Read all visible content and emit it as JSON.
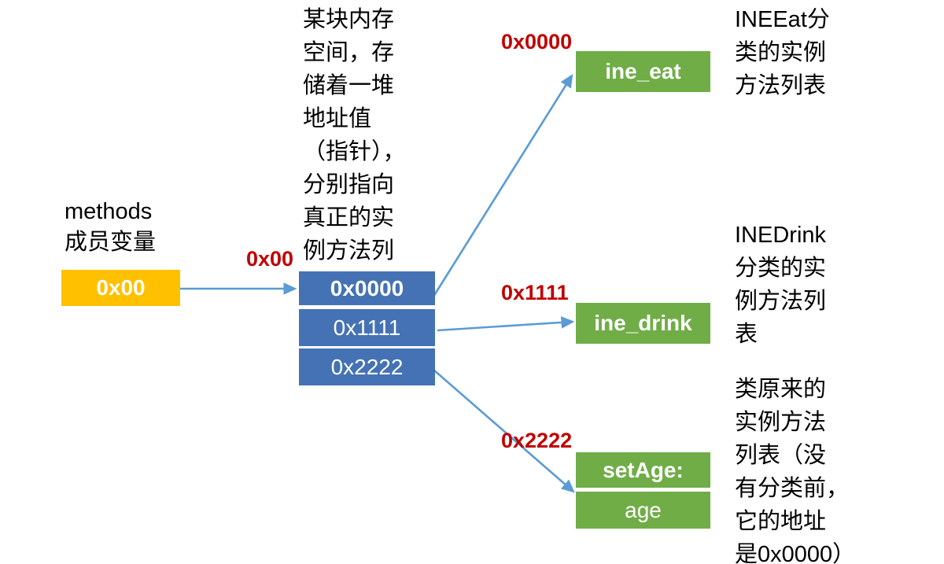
{
  "diagram": {
    "title_note_center": "某块内存\n空间，存\n储着一堆\n地址值\n（指针），\n分别指向\n真正的实\n例方法列\n表",
    "left": {
      "label": "methods\n成员变量",
      "box_value": "0x00",
      "pointer_label": "0x00"
    },
    "pointer_table": {
      "rows": [
        {
          "value": "0x0000",
          "bold": true
        },
        {
          "value": "0x1111",
          "bold": false
        },
        {
          "value": "0x2222",
          "bold": false
        }
      ]
    },
    "targets": [
      {
        "address_label": "0x0000",
        "box_rows": [
          "ine_eat"
        ],
        "caption": "INEEat分\n类的实例\n方法列表"
      },
      {
        "address_label": "0x1111",
        "box_rows": [
          "ine_drink"
        ],
        "caption": "INEDrink\n分类的实\n例方法列\n表"
      },
      {
        "address_label": "0x2222",
        "box_rows": [
          "setAge:",
          "age"
        ],
        "caption": "类原来的\n实例方法\n列表（没\n有分类前，\n它的地址\n是0x0000）"
      }
    ],
    "colors": {
      "orange_box": "#FFC000",
      "blue_box": "#4472B4",
      "green_box": "#70AD47",
      "arrow": "#5B9BD5",
      "address_text": "#C00000",
      "body_text": "#000000",
      "background": "#FFFFFF"
    }
  }
}
